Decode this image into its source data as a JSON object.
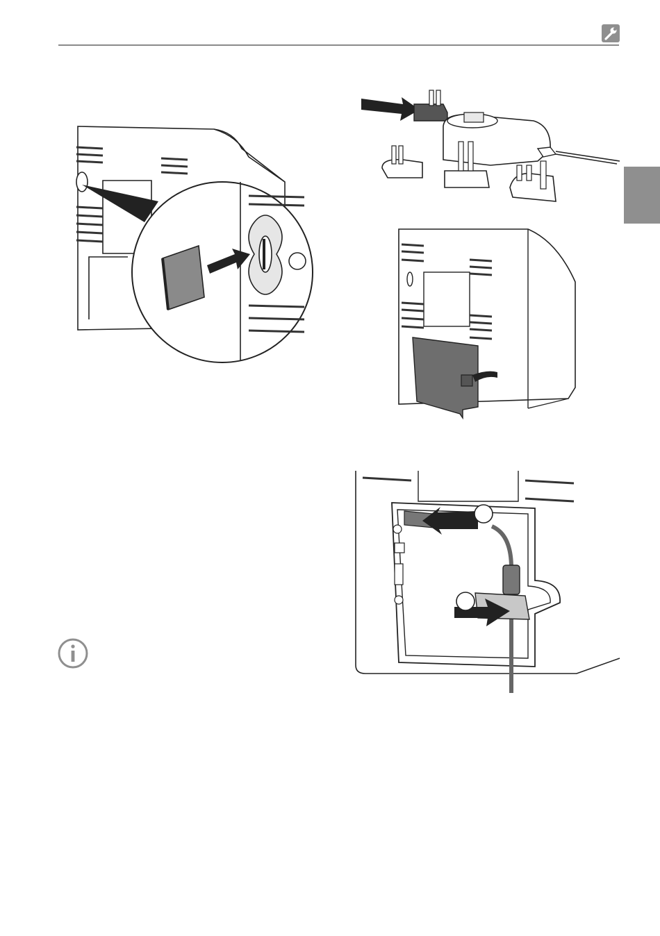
{
  "header": {
    "icon": "wrench-icon"
  },
  "side_tab": {
    "color": "#8f8f8f"
  },
  "figures": [
    {
      "id": "sd-card-insert",
      "icon": "sd-card-icon"
    },
    {
      "id": "plug-adapters",
      "icon": "power-plug-icon"
    },
    {
      "id": "device-back-cover",
      "icon": "cover-icon"
    },
    {
      "id": "cable-connection",
      "icon": "cable-icon"
    }
  ],
  "info_note": {
    "icon": "info-icon"
  }
}
